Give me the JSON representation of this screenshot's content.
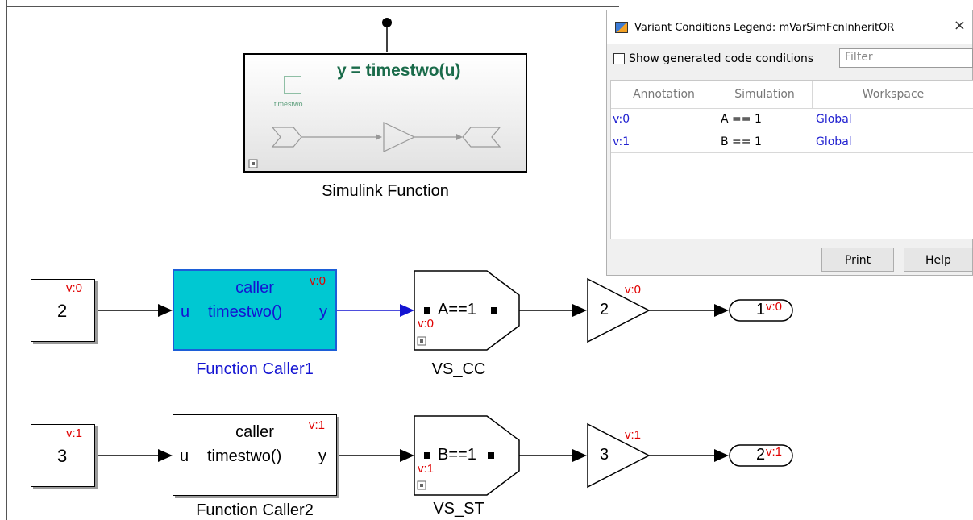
{
  "simulink_function": {
    "equation": "y = timestwo(u)",
    "trigger_label": "timestwo",
    "label": "Simulink Function"
  },
  "row1": {
    "constant": {
      "value": "2",
      "variant": "v:0"
    },
    "caller": {
      "caller_text": "caller",
      "u": "u",
      "fn": "timestwo()",
      "y": "y",
      "variant": "v:0",
      "label": "Function Caller1"
    },
    "vs": {
      "condition": "A==1",
      "variant": "v:0",
      "label": "VS_CC"
    },
    "gain": {
      "value": "2",
      "variant": "v:0"
    },
    "outport": {
      "value": "1",
      "variant": "v:0"
    }
  },
  "row2": {
    "constant": {
      "value": "3",
      "variant": "v:1"
    },
    "caller": {
      "caller_text": "caller",
      "u": "u",
      "fn": "timestwo()",
      "y": "y",
      "variant": "v:1",
      "label": "Function Caller2"
    },
    "vs": {
      "condition": "B==1",
      "variant": "v:1",
      "label": "VS_ST"
    },
    "gain": {
      "value": "3",
      "variant": "v:1"
    },
    "outport": {
      "value": "2",
      "variant": "v:1"
    }
  },
  "legend": {
    "title": "Variant Conditions Legend: mVarSimFcnInheritOR",
    "close": "×",
    "show_generated_label": "Show generated code conditions",
    "filter_placeholder": "Filter",
    "columns": [
      "Annotation",
      "Simulation",
      "Workspace"
    ],
    "rows": [
      {
        "annotation": "v:0",
        "simulation": "A == 1",
        "workspace": "Global"
      },
      {
        "annotation": "v:1",
        "simulation": "B == 1",
        "workspace": "Global"
      }
    ],
    "print_label": "Print",
    "help_label": "Help"
  },
  "colors": {
    "caller_highlight": "#00c8d2",
    "variant_red": "#e00000",
    "selected_blue": "#1414d2",
    "equation_green": "#1a6b4a",
    "legend_link": "#2020d0"
  }
}
